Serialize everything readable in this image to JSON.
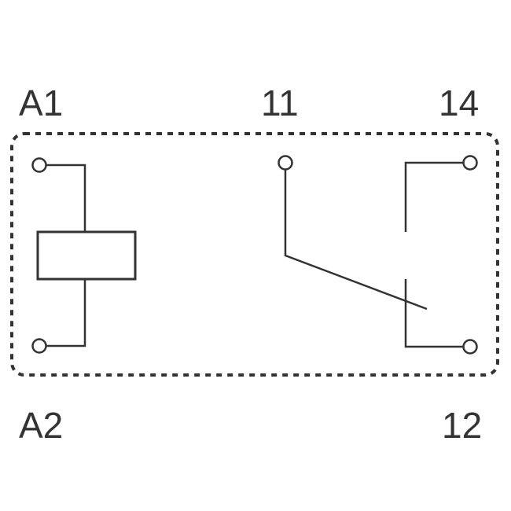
{
  "terminals": {
    "a1": "A1",
    "a2": "A2",
    "t11": "11",
    "t14": "14",
    "t12": "12"
  },
  "colors": {
    "line": "#333333",
    "background": "#ffffff"
  }
}
